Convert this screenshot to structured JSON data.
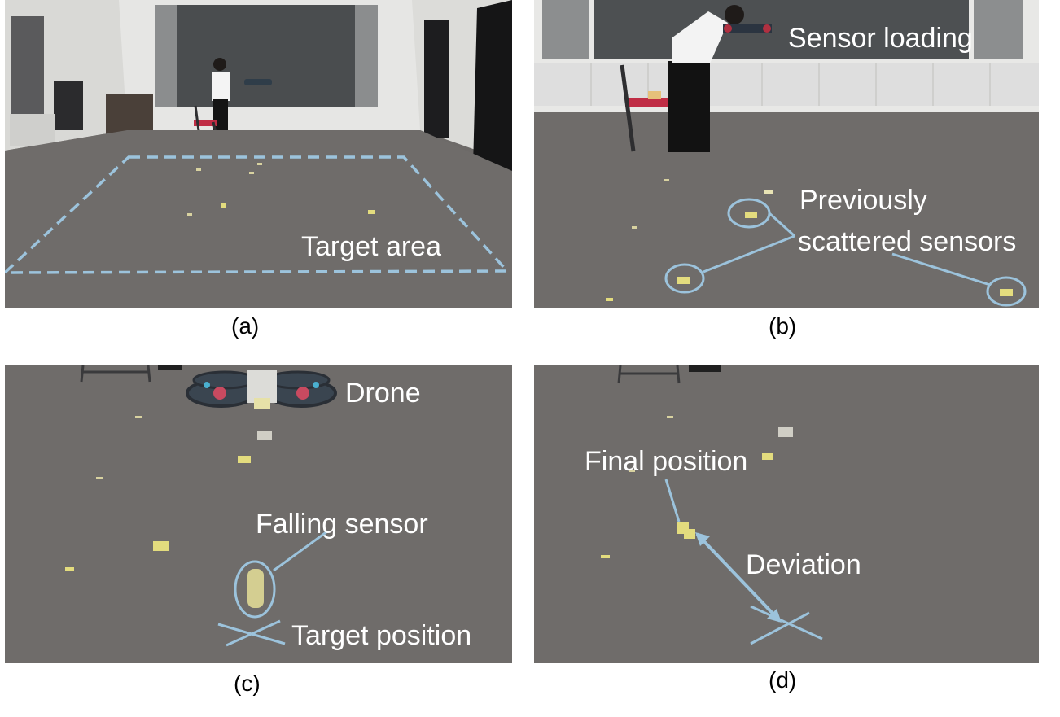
{
  "figure": {
    "panels": [
      {
        "id": "a",
        "caption": "(a)",
        "labels": {
          "target_area": "Target area"
        }
      },
      {
        "id": "b",
        "caption": "(b)",
        "labels": {
          "sensor_loading": "Sensor loading",
          "previously_line1": "Previously",
          "previously_line2": "scattered sensors"
        }
      },
      {
        "id": "c",
        "caption": "(c)",
        "labels": {
          "drone": "Drone",
          "falling_sensor": "Falling sensor",
          "target_position": "Target position"
        }
      },
      {
        "id": "d",
        "caption": "(d)",
        "labels": {
          "final_position": "Final position",
          "deviation": "Deviation"
        }
      }
    ],
    "colors": {
      "annotation_text": "#ffffff",
      "annotation_marker": "#9cc3dc",
      "floor": "#6f6c6a",
      "sensor": "#e3dc7e",
      "caption_text": "#000000"
    }
  }
}
